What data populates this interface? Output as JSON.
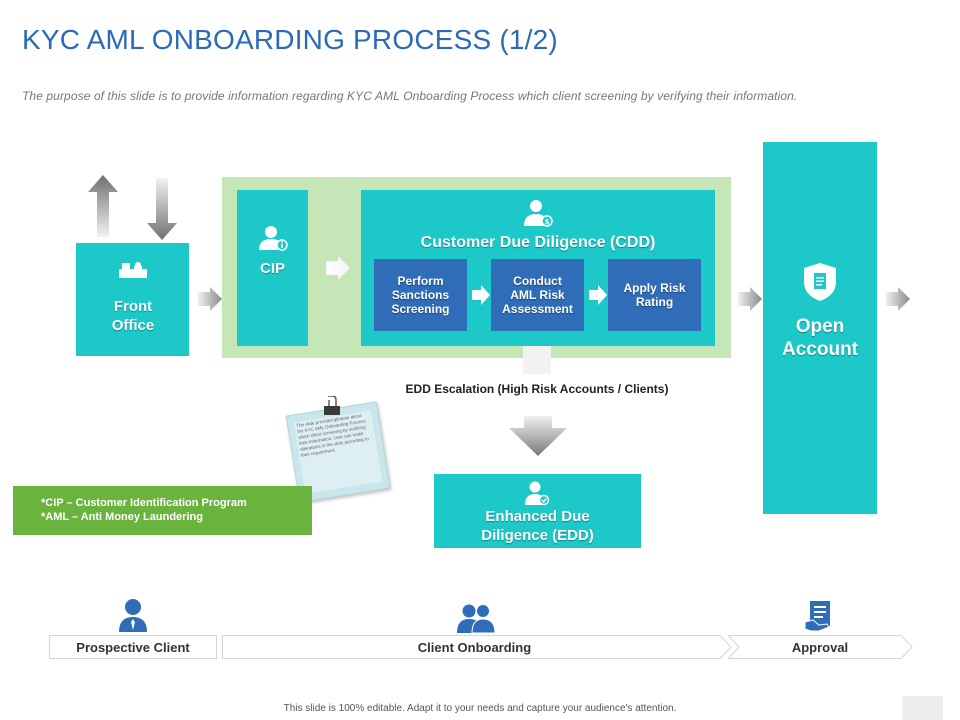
{
  "title": "KYC AML ONBOARDING PROCESS (1/2)",
  "subtitle": "The purpose of this slide is to provide information regarding KYC AML Onboarding Process which client screening by verifying their information.",
  "front_office": "Front Office",
  "cip": "CIP",
  "cdd": {
    "title": "Customer Due Diligence (CDD)",
    "steps": [
      "Perform Sanctions Screening",
      "Conduct AML Risk Assessment",
      "Apply Risk Rating"
    ]
  },
  "open_account": "Open Account",
  "edd_escalation": "EDD Escalation (High Risk Accounts / Clients)",
  "edd": "Enhanced Due Diligence (EDD)",
  "note": "The slide provided glimpse about the KYC AML Onboarding Process which client screening by verifying their information. User can make alterations in the slide according to their requirement.",
  "legend": [
    "*CIP – Customer Identification Program",
    "*AML – Anti Money Laundering"
  ],
  "phases": [
    "Prospective Client",
    "Client Onboarding",
    "Approval"
  ],
  "footer": "This slide is 100% editable. Adapt it to your needs and capture your audience's attention.",
  "colors": {
    "teal": "#1dc8c8",
    "light_green": "#c5e6b7",
    "blue": "#2f6db8",
    "green": "#6ab43e",
    "title_blue": "#2a6ab7"
  },
  "icons": [
    "arrow-up-icon",
    "arrow-down-icon",
    "front-office-desk-icon",
    "person-info-icon",
    "person-dollar-icon",
    "shield-document-icon",
    "person-check-icon",
    "binder-clip-icon",
    "user-icon",
    "users-icon",
    "document-hand-icon"
  ]
}
